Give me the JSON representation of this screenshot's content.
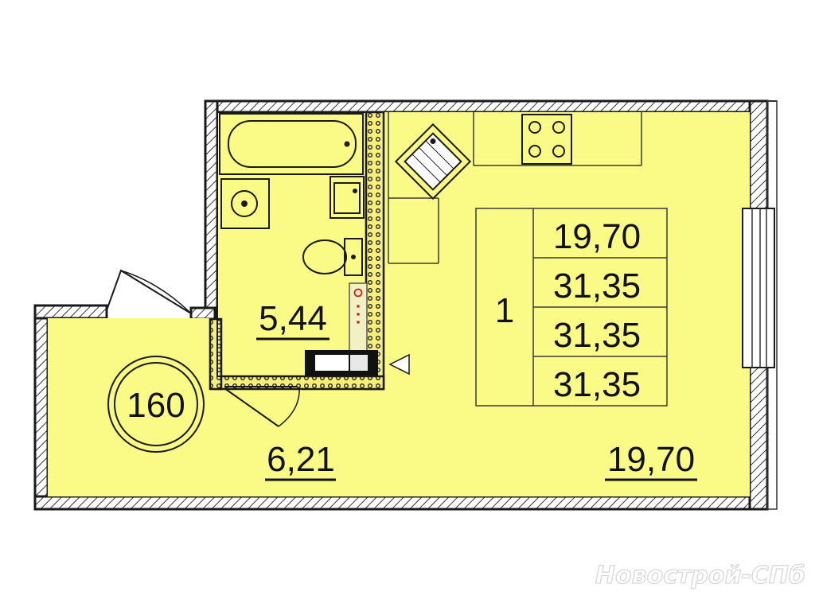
{
  "colors": {
    "floor": "#fafa86",
    "wall": "#1a1a1a",
    "hatch": "#333333",
    "outline": "#3a3a3a",
    "watermark": "#d8d8d8"
  },
  "plan": {
    "apartment_number": "160",
    "rooms": {
      "main_room_area": "19,70",
      "bathroom_area": "5,44",
      "hallway_area": "6,21"
    },
    "summary_table": {
      "rooms_count": "1",
      "values": [
        "19,70",
        "31,35",
        "31,35",
        "31,35"
      ]
    },
    "icons": [
      "bathtub-icon",
      "sink-icon",
      "toilet-icon",
      "washing-machine-icon",
      "kitchen-sink-icon",
      "stove-icon",
      "boiler-icon",
      "entrance-arrow-icon"
    ]
  },
  "watermark": "Новострой-СПб"
}
